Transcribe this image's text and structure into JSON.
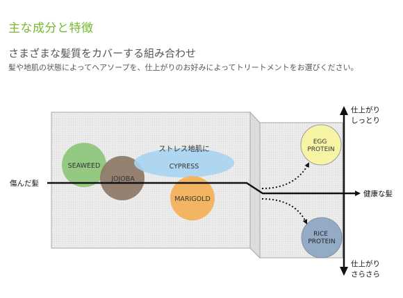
{
  "section": {
    "title": "主な成分と特徴"
  },
  "heading": {
    "subtitle": "さまざまな髪質をカバーする組み合わせ",
    "description": "髪や地肌の状態によってヘアソープを、仕上がりのお好みによってトリートメントをお選びください。"
  },
  "diagram": {
    "left_label": "傷んだ髪",
    "right_label": "健康な髪",
    "top_label": [
      "仕上がり",
      "しっとり"
    ],
    "bottom_label": [
      "仕上がり",
      "さらさら"
    ],
    "stress_label": "ストレス地肌に",
    "ingredients": [
      {
        "name": "SEAWEED",
        "color": "#8ec77d"
      },
      {
        "name": "JOJOBA",
        "color": "#8f7b68"
      },
      {
        "name": "CYPRESS",
        "color": "#a9d4f2"
      },
      {
        "name": "MARIGOLD",
        "color": "#f4b25c"
      }
    ],
    "treatments": [
      {
        "lines": [
          "EGG",
          "PROTEIN"
        ],
        "color": "#f8f4a6"
      },
      {
        "lines": [
          "RICE",
          "PROTEIN"
        ],
        "color": "#93abc4"
      }
    ]
  }
}
